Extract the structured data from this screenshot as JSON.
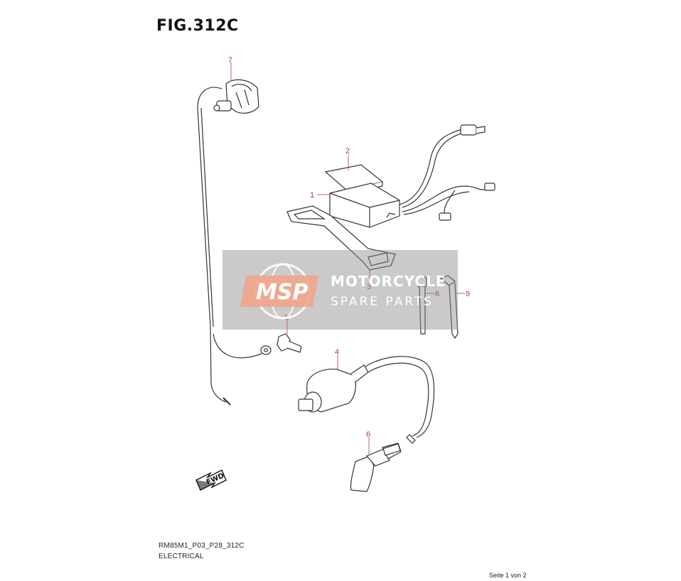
{
  "figure": {
    "title": "FIG.312C",
    "code": "RM85M1_P03_P28_312C",
    "section": "ELECTRICAL",
    "page": "Seite 1 von 2"
  },
  "callouts": [
    "1",
    "2",
    "3",
    "4",
    "5",
    "6",
    "7",
    "8",
    "9"
  ],
  "watermark": {
    "logo": "MSP",
    "title": "MOTORCYCLE",
    "subtitle": "SPARE PARTS"
  },
  "direction_label": "FWD",
  "colors": {
    "callout": "#b23a3a",
    "line": "#333333",
    "watermark_box": "#8a8a8a",
    "logo_fill": "#f0a58a"
  }
}
